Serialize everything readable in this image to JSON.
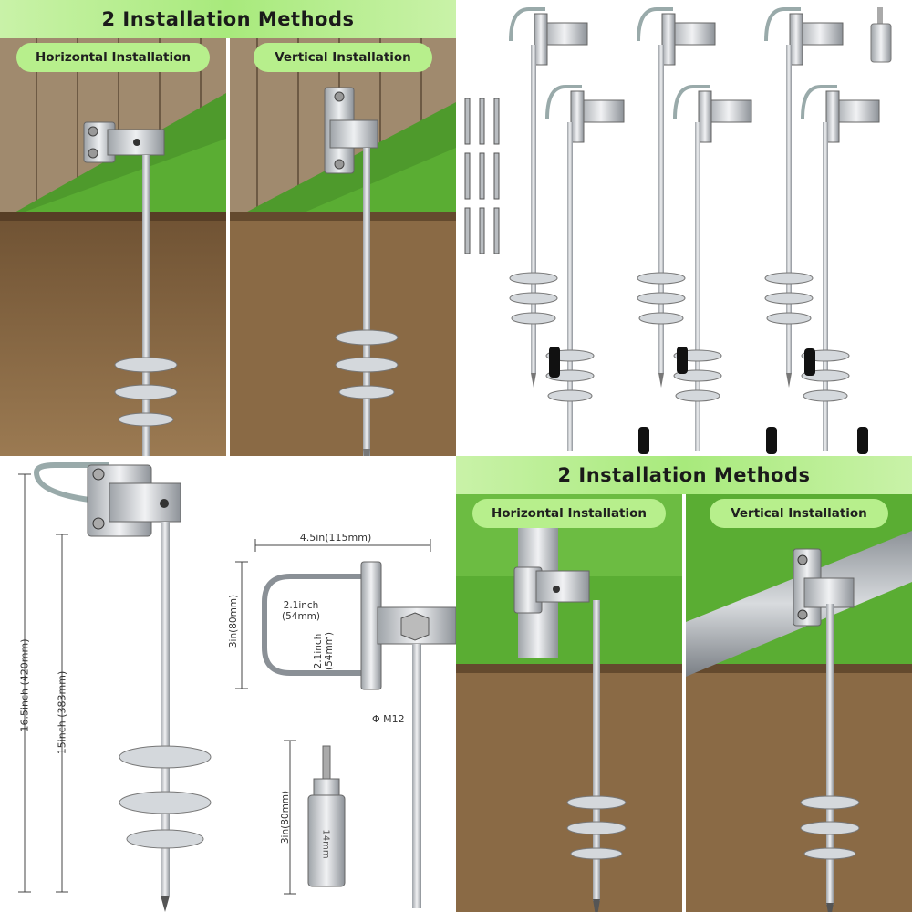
{
  "top_left": {
    "banner": "2 Installation Methods",
    "labels": [
      "Horizontal Installation",
      "Vertical Installation"
    ]
  },
  "bottom_right": {
    "banner": "2 Installation Methods",
    "labels": [
      "Horizontal Installation",
      "Vertical Installation"
    ]
  },
  "dimensions": {
    "total_length": "16.5inch (420mm)",
    "shaft_length": "15inch (383mm)",
    "width": "4.5in(115mm)",
    "height": "3in(80mm)",
    "ubolt_w_1": "2.1inch",
    "ubolt_w_2": "(54mm)",
    "ubolt_h_1": "2.1inch",
    "ubolt_h_2": "(54mm)",
    "diameter": "Φ M12",
    "socket_length": "3in(80mm)",
    "socket_size": "14mm"
  },
  "colors": {
    "banner": "#a8ea7c",
    "pill": "#b7ef8c",
    "soil": "#8a6a45",
    "grass": "#4e9a2c",
    "fence": "#a08a6e",
    "steel": "#c8ccd0"
  }
}
